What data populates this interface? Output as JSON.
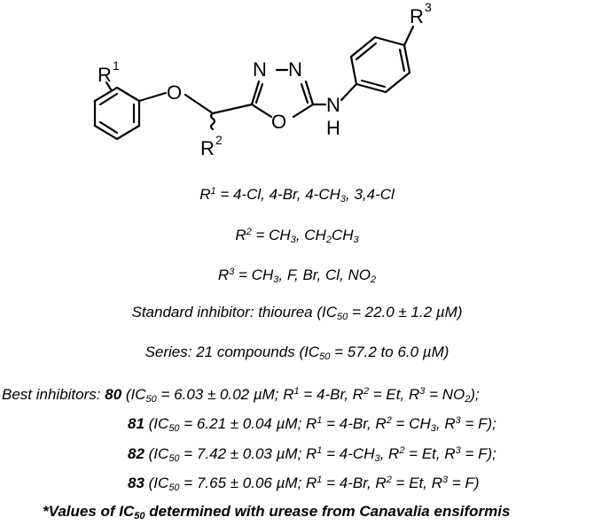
{
  "structure": {
    "atoms": {
      "r1": "R",
      "r1_sup": "1",
      "r2": "R",
      "r2_sup": "2",
      "r3": "R",
      "r3_sup": "3",
      "o_ether": "O",
      "n_left": "N",
      "n_right": "N",
      "o_ring": "O",
      "n_amine": "N",
      "h_amine": "H"
    }
  },
  "substituents": {
    "r1": {
      "label": "R",
      "sup": "1",
      "value": " = 4-Cl, 4-Br, 4-CH",
      "sub": "3",
      "tail": ", 3,4-Cl"
    },
    "r2": {
      "label": "R",
      "sup": "2",
      "value": " = CH",
      "sub": "3",
      "mid": ", CH",
      "sub2": "2",
      "tail": "CH",
      "sub3": "3"
    },
    "r3": {
      "label": "R",
      "sup": "3",
      "value": " = CH",
      "sub": "3",
      "tail": ", F, Br, Cl, NO",
      "sub2": "2"
    }
  },
  "standard": {
    "prefix": "Standard inhibitor: thiourea (IC",
    "sub": "50",
    "suffix": " = 22.0 ± 1.2 µM)"
  },
  "series": {
    "prefix": "Series: 21 compounds (IC",
    "sub": "50",
    "suffix": " = 57.2 to 6.0 µM)"
  },
  "best": {
    "label": "Best inhibitors: ",
    "entries": [
      {
        "id": "80",
        "ic": " (IC",
        "ic_sub": "50",
        "value": " = 6.03 ± 0.02 µM; ",
        "r1": "R",
        "r1_sup": "1",
        "r1_val": " = 4-Br, ",
        "r2": "R",
        "r2_sup": "2",
        "r2_val": " = Et, ",
        "r2_sub": "",
        "r3": "R",
        "r3_sup": "3",
        "r3_val": " = NO",
        "r3_sub": "2",
        "end": ");"
      },
      {
        "id": "81",
        "ic": " (IC",
        "ic_sub": "50",
        "value": " = 6.21 ± 0.04 µM; ",
        "r1": "R",
        "r1_sup": "1",
        "r1_val": " = 4-Br, ",
        "r2": "R",
        "r2_sup": "2",
        "r2_val": " = CH",
        "r2_sub": "3",
        "r3": "R",
        "r3_sup": "3",
        "r3_val": " = F",
        "r3_sub": "",
        "end": ");"
      },
      {
        "id": "82",
        "ic": " (IC",
        "ic_sub": "50",
        "value": " = 7.42 ± 0.03 µM; ",
        "r1": "R",
        "r1_sup": "1",
        "r1_val": " = 4-CH",
        "r1_sub": "3",
        "r2": "R",
        "r2_sup": "2",
        "r2_val": " = Et, ",
        "r2_sub": "",
        "r3": "R",
        "r3_sup": "3",
        "r3_val": " = F",
        "r3_sub": "",
        "end": ");"
      },
      {
        "id": "83",
        "ic": " (IC",
        "ic_sub": "50",
        "value": " = 7.65 ± 0.06 µM; ",
        "r1": "R",
        "r1_sup": "1",
        "r1_val": " = 4-Br, ",
        "r2": "R",
        "r2_sup": "2",
        "r2_val": " = Et, ",
        "r2_sub": "",
        "r3": "R",
        "r3_sup": "3",
        "r3_val": " = F",
        "r3_sub": "",
        "end": ")"
      }
    ]
  },
  "footnote": {
    "prefix": "*Values of IC",
    "sub": "50",
    "suffix": " determined with urease from Canavalia ensiformis"
  }
}
